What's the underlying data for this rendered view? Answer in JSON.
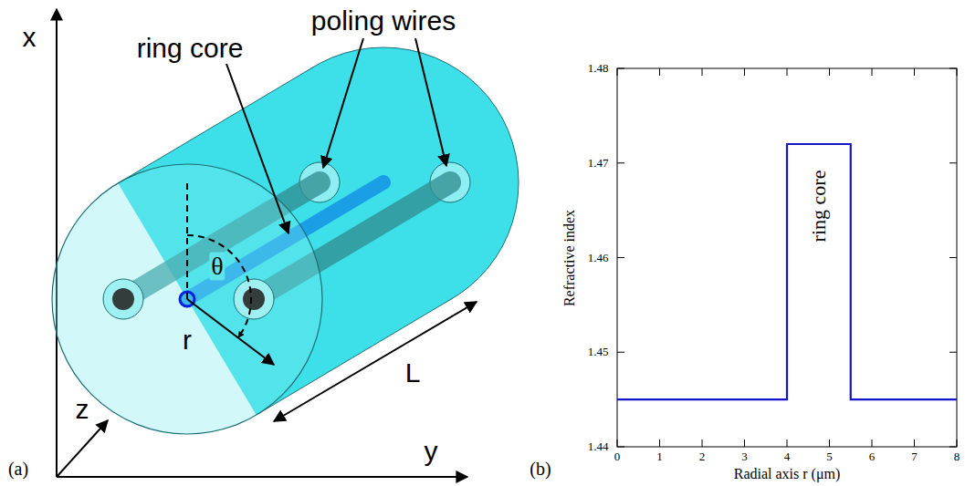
{
  "diagram": {
    "labels": [
      "poling wires",
      "ring core",
      "x",
      "θ",
      "r",
      "L",
      "z",
      "y",
      "(a)",
      "1.48",
      "1.47",
      "1.46",
      "1.45",
      "1.44",
      "0",
      "1",
      "2",
      "3",
      "4",
      "5",
      "6",
      "7",
      "8",
      "Refractive index",
      "Radial axis r (μm)",
      "ring core",
      "(b)"
    ]
  }
}
